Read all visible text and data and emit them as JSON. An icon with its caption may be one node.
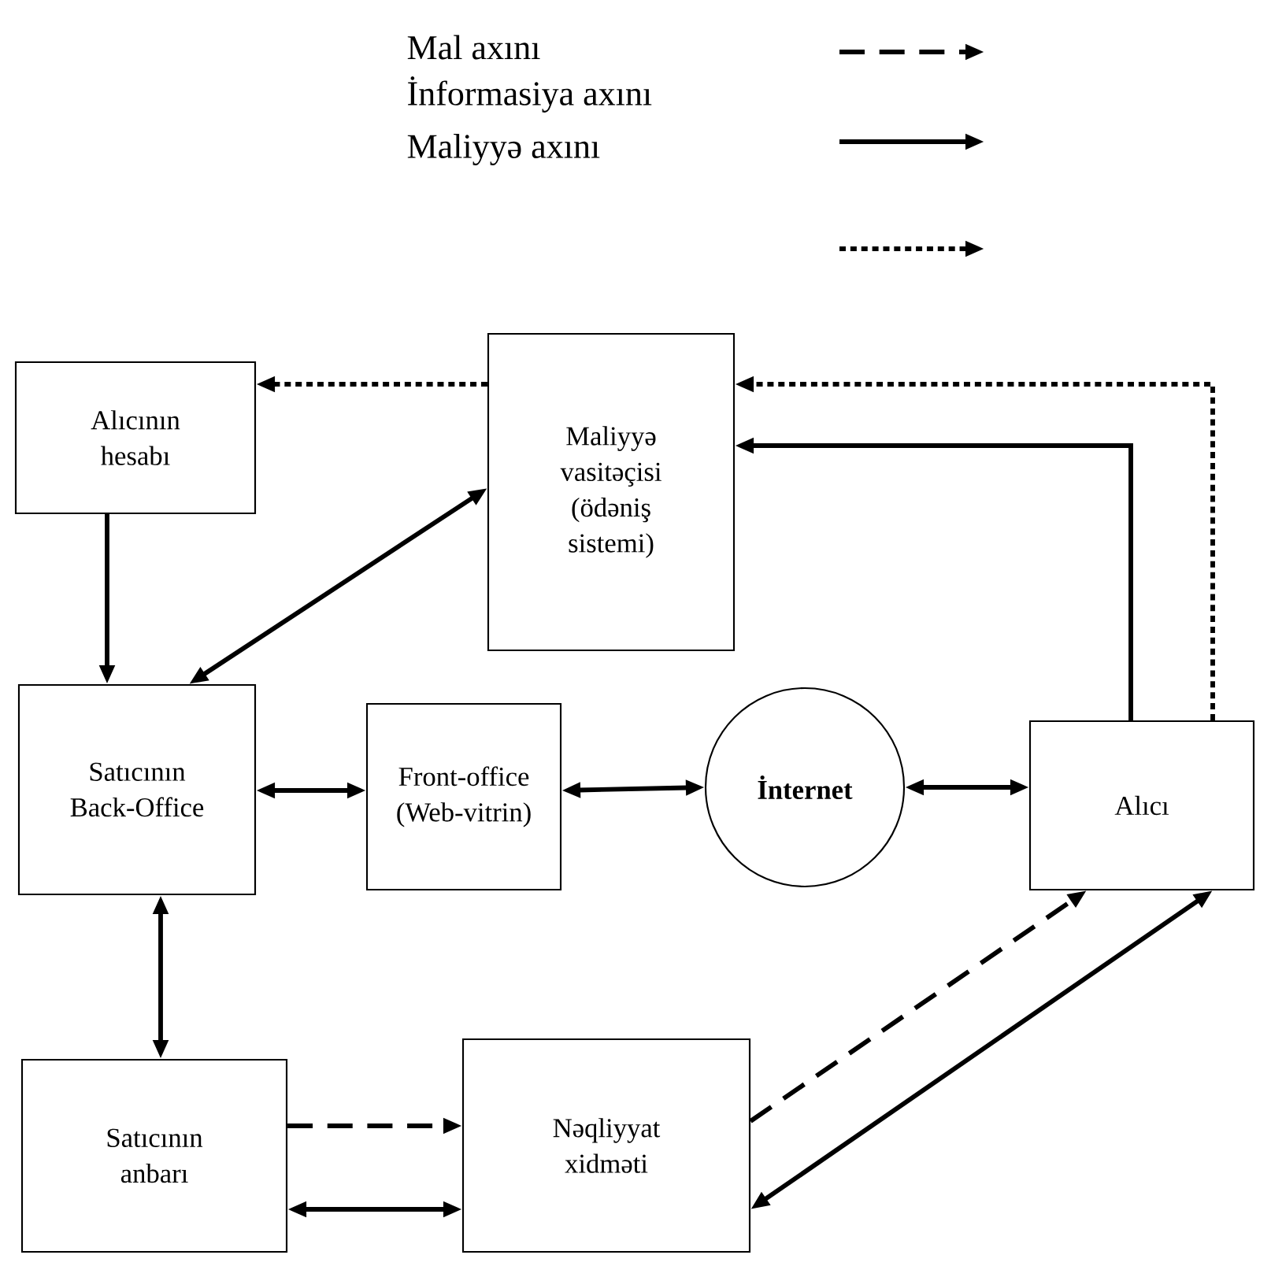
{
  "diagram": {
    "nodes": [
      {
        "text": [
          "Alıcının hesabı"
        ]
      },
      {
        "text": [
          "Maliyyə vasitəçisi (ödəniş sistemi)"
        ]
      },
      {
        "text": [
          "Satıcının Back-Office"
        ]
      },
      {
        "text": [
          "Front-office (Web-vitrin)"
        ]
      },
      {
        "text": [
          "İnternet"
        ]
      },
      {
        "text": [
          "Alıcı"
        ]
      },
      {
        "text": [
          "Satıcının anbarı"
        ]
      },
      {
        "text": [
          "Nəqliyyat xidməti"
        ]
      }
    ],
    "edges": [
      {
        "from": 1,
        "to": 0,
        "arrow": "to",
        "style": "dashed"
      },
      {
        "from": 5,
        "to": 1,
        "arrow": "to",
        "style": "dashed"
      },
      {
        "from": 5,
        "to": 1,
        "arrow": "to"
      },
      {
        "from": 0,
        "to": 2,
        "arrow": "to"
      },
      {
        "from": 2,
        "to": 1,
        "arrow": "both"
      },
      {
        "from": 2,
        "to": 3,
        "arrow": "both"
      },
      {
        "from": 3,
        "to": 4,
        "arrow": "both"
      },
      {
        "from": 4,
        "to": 5,
        "arrow": "both"
      },
      {
        "from": 2,
        "to": 6,
        "arrow": "both"
      },
      {
        "from": 6,
        "to": 7,
        "arrow": "to",
        "style": "dashed"
      },
      {
        "from": 6,
        "to": 7,
        "arrow": "both"
      },
      {
        "from": 7,
        "to": 5,
        "arrow": "to",
        "style": "dashed"
      },
      {
        "from": 5,
        "to": 7,
        "arrow": "both"
      }
    ],
    "legend": [
      {
        "text": "Mal axını"
      },
      {
        "text": "İnformasiya axını"
      },
      {
        "text": "Maliyyə axını"
      }
    ]
  }
}
